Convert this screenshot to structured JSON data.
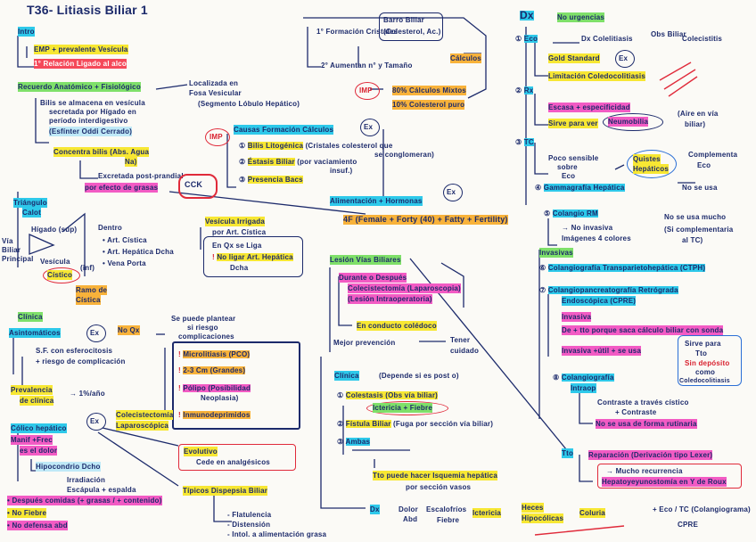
{
  "title": "T36- Litiasis Biliar 1",
  "left": {
    "intro": "Intro",
    "intro_1": "EMP + prevalente Vesícula",
    "intro_2": "1° Relación Ligado al alco",
    "recuerdo": "Recuerdo Anatómico + Fisiológico",
    "loc_1": "Localizada en",
    "loc_2": "Fosa Vesicular",
    "loc_3": "(Segmento Lóbulo Hepático)",
    "bilis_1": "Bilis se almacena en vesícula",
    "bilis_2": "secretada por Hígado en",
    "bilis_3": "período interdigestivo",
    "bilis_4": "(Esfínter Oddi Cerrado)",
    "conc_1": "Concentra bilis (Abs. Agua",
    "conc_2": "Na)",
    "exc_1": "Excretada post-prandial",
    "exc_2": "por efecto de grasas",
    "cck": "CCK",
    "triangulo_1": "Triángulo",
    "triangulo_2": "Calot",
    "higado": "Hígado (sup)",
    "via": "Vía",
    "biliar": "Biliar",
    "principal": "Principal",
    "vesicula": "Vesícula",
    "inf": "(inf)",
    "cistico": "Cístico",
    "ramo": "Ramo de",
    "cistica": "Cística",
    "dentro": "Dentro",
    "art1": "Art. Cística",
    "art2": "Art. Hepática Dcha",
    "art3": "Vena Porta",
    "vesirr_1": "Vesícula Irrigada",
    "vesirr_2": "por Art. Cística",
    "liga_1": "En Qx se Liga",
    "liga_2": "No ligar Art. Hepática",
    "liga_3": "Dcha",
    "clinica": "Clínica",
    "asint": "Asintomáticos",
    "noqx": "No Qx",
    "se_puede_1": "Se puede plantear",
    "se_puede_2": "si riesgo",
    "se_puede_3": "complicaciones",
    "asint_1": "S.F. con esferocitosis",
    "asint_2": "+ riesgo de complicación",
    "prevalencia_1": "Prevalencia",
    "prevalencia_2": "de clínica",
    "prevalencia_3": "→ 1%/año",
    "micro": "Microlitiasis (PCO)",
    "macro": "2-3 Cm (Grandes)",
    "polipo_1": "Pólipo (Posibilidad",
    "polipo_2": "Neoplasia)",
    "inmuno": "Inmunodeprimidos",
    "colico_1": "Cólico hepático",
    "colico_2": "Manif +Frec",
    "colico_3": "es el dolor",
    "colec_1": "Colecistectomía",
    "colec_2": "Laparoscópica",
    "hipocondrio_1": "Hipocondrio Dcho",
    "hipocondrio_2": "Irradiación",
    "hipocondrio_3": "Escápula + espalda",
    "despues_1": "Después comidas (+ grasas / + contenido)",
    "despues_2": "No Fiebre",
    "despues_3": "No defensa abd",
    "evol_1": "Evolutivo",
    "evol_2": "Cede en analgésicos",
    "tipicos": "Típicos Dispepsia Biliar",
    "flat_1": "Flatulencia",
    "flat_2": "Distensión",
    "flat_3": "Intol. a alimentación grasa"
  },
  "center": {
    "form_1": "1° Formación Cristales",
    "form_2": "Barro Biliar",
    "form_3": "(Colesterol, Ac.)",
    "form_4": "2° Aumentan n° y Tamaño",
    "form_5": "Cálculos",
    "imp": "IMP",
    "calc_1": "80% Cálculos Mixtos",
    "calc_2": "10% Colesterol puro",
    "causas": "Causas Formación Cálculos",
    "ex": "Ex",
    "c1_1": "Bilis Litogénica",
    "c1_2": "(Cristales colesterol que",
    "c1_3": "se conglomeran)",
    "c2_1": "Éstasis Biliar",
    "c2_2": "(por vaciamiento",
    "c2_3": "insuf.)",
    "c3": "Presencia Bacs",
    "ali": "Alimentación + Hormonas",
    "fem": "4F (Female + Forty (40) + Fatty + Fertility)",
    "lesion": "Lesión Vías Biliares",
    "les_1": "Durante o Después",
    "les_2": "Colecistectomía (Laparoscopia)",
    "les_3": "(Lesión Intraoperatoria)",
    "les_4": "En conducto colédoco",
    "les_5": "Mejor prevención",
    "les_6": "Tener",
    "les_7": "cuidado",
    "cli": "Clínica",
    "cli_sub": "(Depende si es post o)",
    "cli1_1": "Colestasis (Obs vía biliar)",
    "cli1_2": "Ictericia + Fiebre",
    "cli2": "Fístula Biliar",
    "cli2_b": "(Fuga por sección vía biliar)",
    "cli3": "Ambas",
    "tto_1": "Tto puede hacer Isquemia hepática",
    "tto_2": "por sección vasos",
    "dx": "Dx",
    "dolor_1": "Dolor",
    "dolor_2": "Abd",
    "escalo_1": "Escalofríos",
    "escalo_2": "Fiebre",
    "icter": "Ictericia",
    "heces_1": "Heces",
    "heces_2": "Hipocólicas",
    "coluria": "Coluria",
    "eco": "+ Eco / TC (Colangiograma)",
    "cpre": "CPRE"
  },
  "right": {
    "dx": "Dx",
    "no_urgencias": "No urgencias",
    "eco_lbl": "Eco",
    "eco_1": "Dx Colelitiasis",
    "eco_2": "Obs Biliar",
    "eco_3": "Colecistitis",
    "gold": "Gold Standard",
    "limit": "Limitación Coledocolitiasis",
    "rx": "Rx",
    "rx_1": "Escasa + especificidad",
    "rx_2": "Sirve para ver",
    "rx_3": "Neumobilia",
    "rx_4": "(Aire en vía",
    "rx_5": "biliar)",
    "tc": "TC",
    "tc_1": "Poco sensible",
    "tc_2": "sobre",
    "tc_3": "Eco",
    "tc_4": "Quistes",
    "tc_5": "Hepáticos",
    "tc_6": "Complementa",
    "tc_7": "Eco",
    "gamma": "Gammagrafía Hepática",
    "gamma_2": "No se usa",
    "colrm": "Colangio RM",
    "colrm_1": "No invasiva",
    "colrm_2": "Imágenes 4 colores",
    "colrm_3": "No se usa mucho",
    "colrm_4": "(Si complementaria",
    "colrm_5": "al TC)",
    "invasivas": "Invasivas",
    "trans": "Colangiografía Transparietohepática (CTPH)",
    "cpre_1": "Colangiopancreatografía Retrógrada",
    "cpre_2": "Endoscópica (CPRE)",
    "cpre_3": "Invasiva",
    "cpre_4": "De + tto porque saca cálculo biliar con sonda",
    "cpre_5": "Invasiva  +útil  + se usa",
    "sirve_1": "Sirve para",
    "sirve_2": "Tto",
    "sirve_3": "Sin depósito",
    "sirve_4": "como",
    "sirve_5": "Coledocolitiasis",
    "colint": "Colangiografía",
    "colint_2": "Intraop",
    "colint_3": "Contraste a través cístico",
    "colint_4": "+ Contraste",
    "colint_5": "No se usa de forma rutinaria",
    "tto_lbl": "Tto",
    "reparacion": "Reparación (Derivación tipo Lexer)",
    "mucho": "Mucho recurrencia",
    "hepat": "Hepatoyeyunostomía en Y de Roux"
  }
}
